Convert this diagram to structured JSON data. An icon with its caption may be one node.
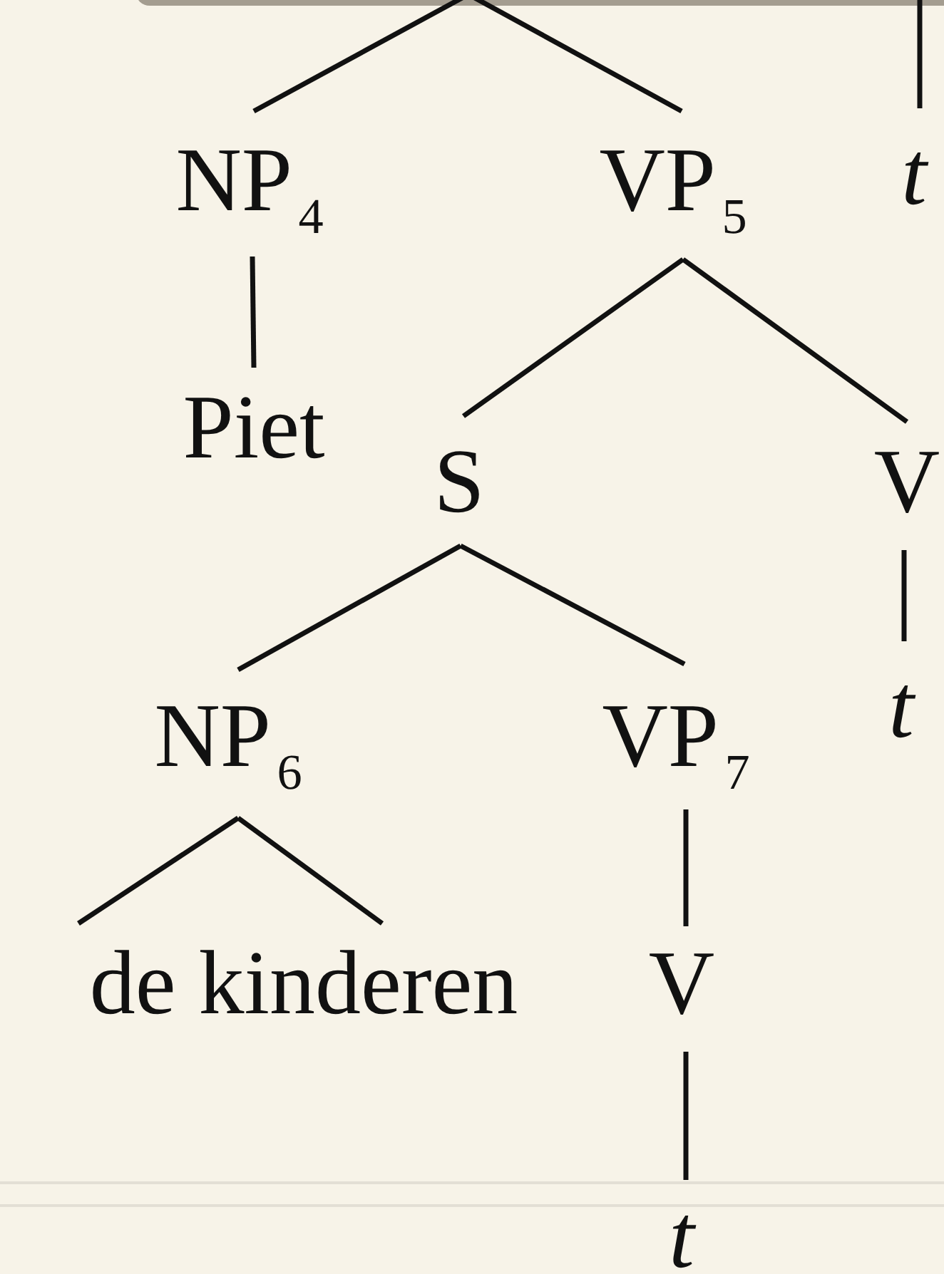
{
  "diagram": {
    "nodes": [
      {
        "text": [
          "NP$_{4}$"
        ]
      },
      {
        "text": [
          "VP$_{5}$"
        ]
      },
      {
        "text": [
          "t"
        ]
      },
      {
        "text": [
          "Piet"
        ]
      },
      {
        "text": [
          "S"
        ]
      },
      {
        "text": [
          "V"
        ]
      },
      {
        "text": [
          "t"
        ]
      },
      {
        "text": [
          "NP$_{6}$"
        ]
      },
      {
        "text": [
          "VP$_{7}$"
        ]
      },
      {
        "text": [
          "de kinderen"
        ]
      },
      {
        "text": [
          "V"
        ]
      },
      {
        "text": [
          "t"
        ]
      }
    ],
    "edges": [
      {
        "from": null,
        "to": 0,
        "arrow": "none"
      },
      {
        "from": null,
        "to": 1,
        "arrow": "none"
      },
      {
        "from": null,
        "to": 2,
        "arrow": "none"
      },
      {
        "from": 0,
        "to": 3,
        "arrow": "none"
      },
      {
        "from": 1,
        "to": 4,
        "arrow": "none"
      },
      {
        "from": 1,
        "to": 5,
        "arrow": "none"
      },
      {
        "from": 5,
        "to": 6,
        "arrow": "none"
      },
      {
        "from": 4,
        "to": 7,
        "arrow": "none"
      },
      {
        "from": 4,
        "to": 8,
        "arrow": "none"
      },
      {
        "from": 7,
        "to": 9,
        "arrow": "none"
      },
      {
        "from": 7,
        "to": 9,
        "arrow": "none"
      },
      {
        "from": 8,
        "to": 10,
        "arrow": "none"
      },
      {
        "from": 10,
        "to": 11,
        "arrow": "none"
      }
    ]
  }
}
